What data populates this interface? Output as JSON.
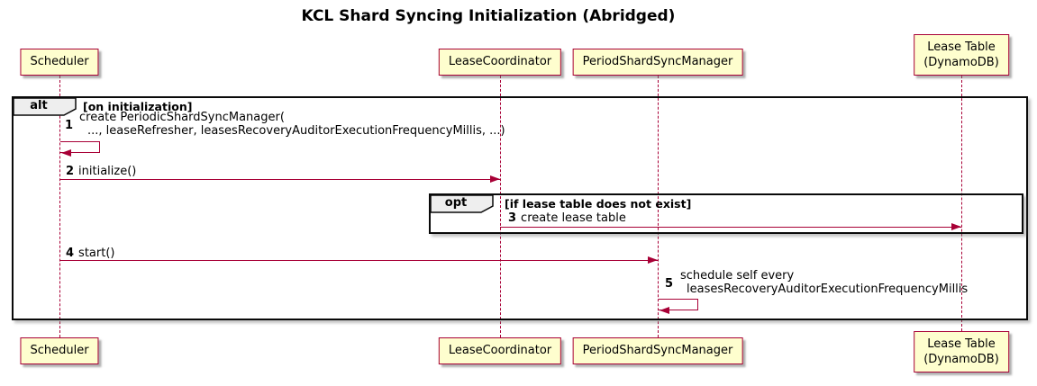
{
  "title": "KCL Shard Syncing Initialization (Abridged)",
  "colors": {
    "participant_fill": "#FEFECE",
    "participant_border": "#A80036",
    "arrow": "#A80036",
    "lifeline": "#A80036",
    "frame_border": "#090909",
    "frame_label_fill": "#EEEEEE"
  },
  "participants": [
    {
      "name": "Scheduler"
    },
    {
      "name": "LeaseCoordinator"
    },
    {
      "name": "PeriodShardSyncManager"
    },
    {
      "name": "Lease Table",
      "name2": "(DynamoDB)"
    }
  ],
  "frames": {
    "alt": {
      "operator": "alt",
      "condition": "[on initialization]"
    },
    "opt": {
      "operator": "opt",
      "condition": "[if lease table does not exist]"
    }
  },
  "messages": {
    "m1": {
      "num": "1",
      "line1": "create PeriodicShardSyncManager(",
      "line2": "..., leaseRefresher, leasesRecoveryAuditorExecutionFrequencyMillis, ...)"
    },
    "m2": {
      "num": "2",
      "text": "initialize()"
    },
    "m3": {
      "num": "3",
      "text": "create lease table"
    },
    "m4": {
      "num": "4",
      "text": "start()"
    },
    "m5": {
      "num": "5",
      "line1": "schedule self every",
      "line2": "leasesRecoveryAuditorExecutionFrequencyMillis"
    }
  }
}
